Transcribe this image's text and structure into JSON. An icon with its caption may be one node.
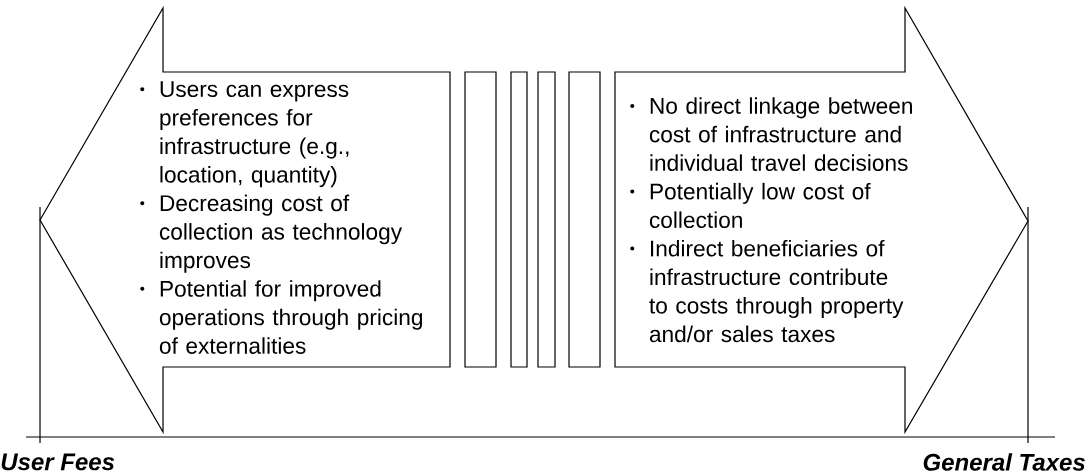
{
  "diagram": {
    "nodes": [
      {
        "text": [
          "Users can express preferences for infrastructure (e.g., location, quantity)",
          "Decreasing cost of collection as technology improves",
          "Potential for improved operations through pricing of externalities"
        ]
      },
      {
        "text": [],
        "shape": "bar"
      },
      {
        "text": [],
        "shape": "bar"
      },
      {
        "text": [],
        "shape": "bar"
      },
      {
        "text": [],
        "shape": "bar"
      },
      {
        "text": [
          "No direct linkage between cost of infrastructure and individual travel decisions",
          "Potentially low cost of collection",
          "Indirect beneficiaries of infrastructure contribute to costs through property and/or sales taxes"
        ]
      }
    ],
    "labels": [
      "User Fees",
      "General Taxes"
    ]
  }
}
